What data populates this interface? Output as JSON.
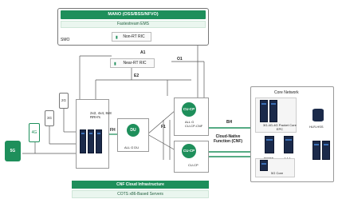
{
  "smo": {
    "mano_label": "MANO (OSS/BSS/NFVO)",
    "ems_label": "Fastestream EMS",
    "smo_label": "SMO",
    "non_rt_ric": "Non-RT RIC",
    "a1": "A1",
    "near_rt_ric": "Near-RT RIC",
    "o1": "O1",
    "e2": "E2"
  },
  "ru": {
    "antenna_label": "2x2, 4x4, 8x8\nRRH's",
    "fh": "FH"
  },
  "du": {
    "name": "DU",
    "sub": "ALL G DU"
  },
  "f1": "F1",
  "cucp": {
    "name": "CU-CP",
    "sub": "ALL G\nCU-CP-CNF"
  },
  "cuup": {
    "name": "CU-CP",
    "sub": "CU-CP"
  },
  "interfaces": {
    "bh": "BH",
    "cloud_native": "Cloud-Native\nFunction (CNF)"
  },
  "core": {
    "title": "Core Network",
    "packet_core": "3G-4G-4G Packet Core\nEPC",
    "hlr": "HLR-HSS",
    "pcrf": "PCRF",
    "aaa": "AAA",
    "core_5g": "5G Core"
  },
  "cloud": {
    "infra": "CNF Cloud Infrastructure",
    "servers": "COTS x86-Based Servers"
  },
  "devices": {
    "d5g": "5G",
    "d4g": "4G",
    "d3g": "3G",
    "d2g": "2G"
  }
}
